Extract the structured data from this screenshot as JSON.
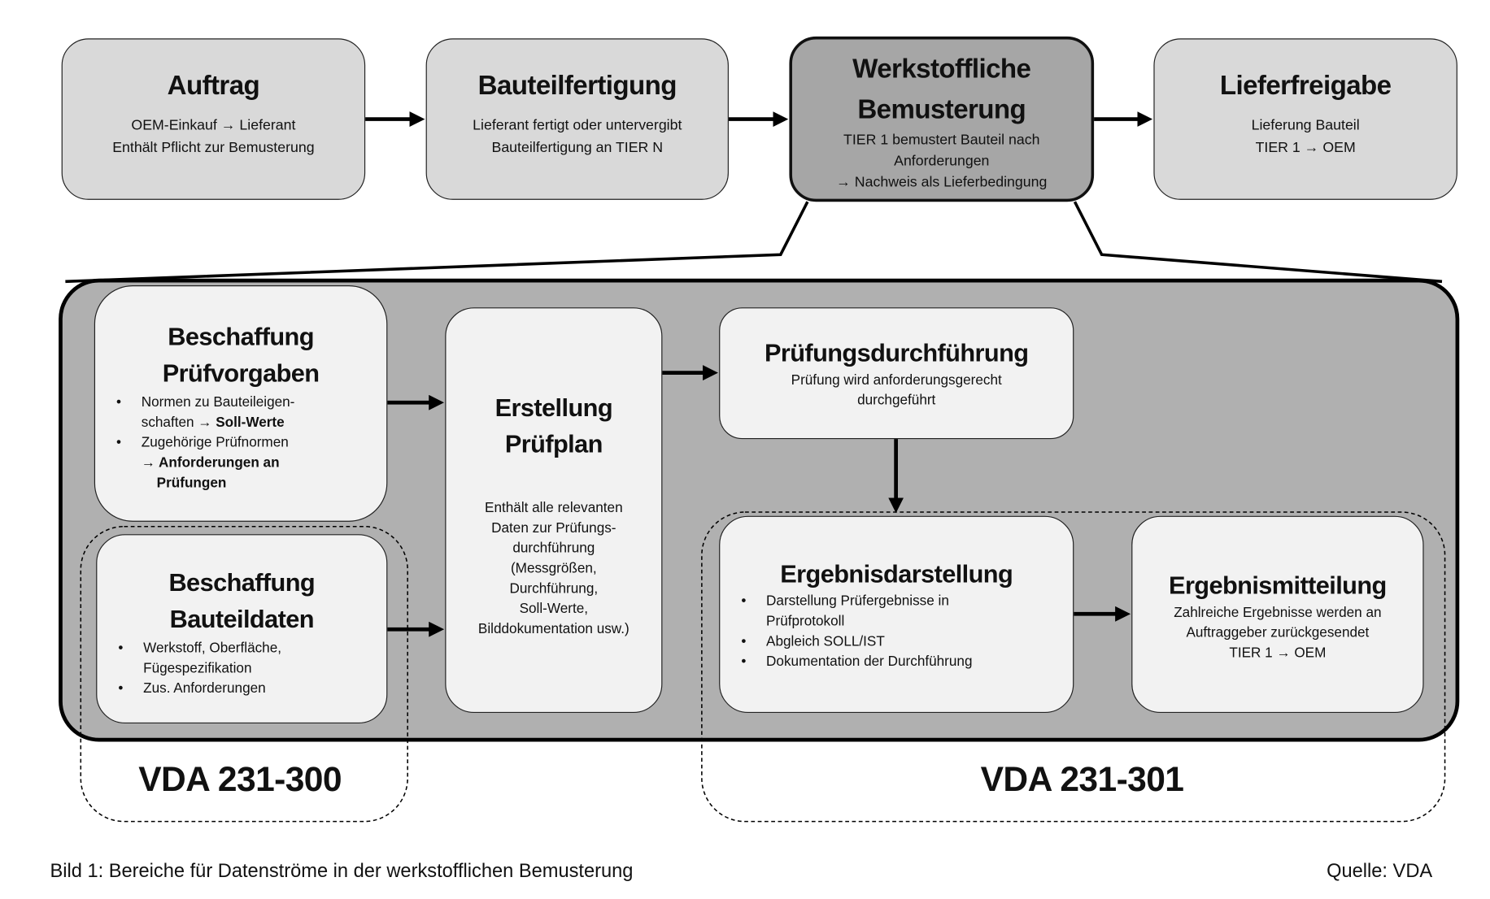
{
  "process": [
    {
      "title": "Auftrag",
      "lines": [
        "OEM-Einkauf →  Lieferant",
        "Enthält Pflicht zur Bemusterung"
      ]
    },
    {
      "title": "Bauteilfertigung",
      "lines": [
        "Lieferant fertigt oder untervergibt",
        "Bauteilfertigung an TIER N"
      ]
    },
    {
      "title": "Werkstoffliche Bemusterung",
      "lines": [
        "TIER 1 bemustert Bauteil nach",
        "Anforderungen",
        "→ Nachweis als Lieferbedingung"
      ]
    },
    {
      "title": "Lieferfreigabe",
      "lines": [
        "Lieferung Bauteil",
        "TIER 1 → OEM"
      ]
    }
  ],
  "detail": {
    "pruefvorgaben": {
      "title1": "Beschaffung",
      "title2": "Prüfvorgaben",
      "b1a": "Normen zu Bauteileigen-",
      "b1b": "schaften ",
      "b1c": "→ Soll-Werte",
      "b2a": "Zugehörige Prüfnormen",
      "b2b": "→ Anforderungen an",
      "b2c": "Prüfungen"
    },
    "bauteildaten": {
      "title1": "Beschaffung",
      "title2": "Bauteildaten",
      "bullets": [
        "Werkstoff, Oberfläche, Fügespezifikation",
        "Zus. Anforderungen"
      ]
    },
    "pruefplan": {
      "title1": "Erstellung",
      "title2": "Prüfplan",
      "lines": [
        "Enthält alle relevanten",
        "Daten zur Prüfungs-",
        "durchführung",
        "(Messgrößen,",
        "Durchführung,",
        "Soll-Werte,",
        "Bilddokumentation usw.)"
      ]
    },
    "durchfuehrung": {
      "title": "Prüfungsdurchführung",
      "lines": [
        "Prüfung wird anforderungsgerecht",
        "durchgeführt"
      ]
    },
    "ergebnisdarstellung": {
      "title": "Ergebnisdarstellung",
      "bullets": [
        "Darstellung Prüfergebnisse in Prüfprotokoll",
        "Abgleich SOLL/IST",
        "Dokumentation der Durchführung"
      ]
    },
    "ergebnismitteilung": {
      "title": "Ergebnismitteilung",
      "lines": [
        "Zahlreiche Ergebnisse werden an",
        "Auftraggeber zurückgesendet",
        "TIER 1 → OEM"
      ]
    }
  },
  "standards": {
    "left": "VDA 231-300",
    "right": "VDA 231-301"
  },
  "caption": "Bild 1: Bereiche für Datenströme in der werkstofflichen Bemusterung",
  "source": "Quelle: VDA",
  "colors": {
    "box": "#d9d9d9",
    "highlight": "#a6a6a6",
    "panel": "#b0b0b0",
    "inner": "#f2f2f2"
  }
}
